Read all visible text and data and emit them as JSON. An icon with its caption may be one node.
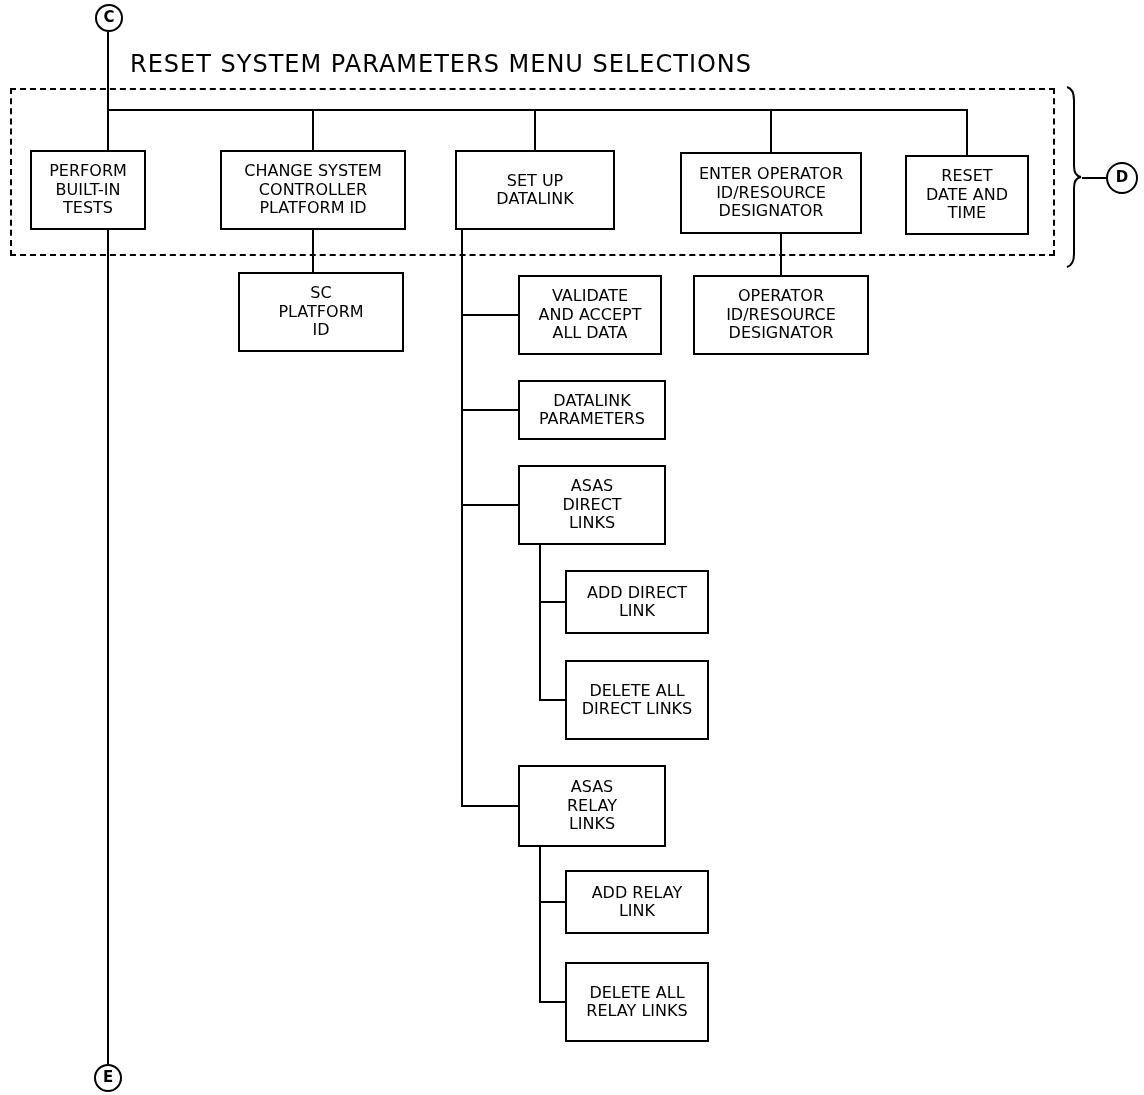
{
  "diagram": {
    "nodes": [
      {
        "text": [
          "C"
        ]
      },
      {
        "text": [
          "RESET SYSTEM PARAMETERS MENU SELECTIONS"
        ]
      },
      {
        "text": [
          "PERFORM BUILT-IN TESTS"
        ],
        "in": 1
      },
      {
        "text": [
          "CHANGE SYSTEM CONTROLLER PLATFORM ID"
        ],
        "in": 1
      },
      {
        "text": [
          "SET UP DATALINK"
        ],
        "in": 1
      },
      {
        "text": [
          "ENTER OPERATOR ID/RESOURCE DESIGNATOR"
        ],
        "in": 1
      },
      {
        "text": [
          "RESET DATE AND TIME"
        ],
        "in": 1
      },
      {
        "text": [
          "D"
        ]
      },
      {
        "text": [
          "SC PLATFORM ID"
        ]
      },
      {
        "text": [
          "VALIDATE AND ACCEPT ALL DATA"
        ]
      },
      {
        "text": [
          "OPERATOR ID/RESOURCE DESIGNATOR"
        ]
      },
      {
        "text": [
          "DATALINK PARAMETERS"
        ]
      },
      {
        "text": [
          "ASAS DIRECT LINKS"
        ]
      },
      {
        "text": [
          "ADD DIRECT LINK"
        ]
      },
      {
        "text": [
          "DELETE ALL DIRECT LINKS"
        ]
      },
      {
        "text": [
          "ASAS RELAY LINKS"
        ]
      },
      {
        "text": [
          "ADD RELAY LINK"
        ]
      },
      {
        "text": [
          "DELETE ALL RELAY LINKS"
        ]
      },
      {
        "text": [
          "E"
        ]
      }
    ],
    "edges": [
      {
        "from": 0,
        "to": 2,
        "arrow": "none"
      },
      {
        "from": 0,
        "to": 3,
        "arrow": "none"
      },
      {
        "from": 0,
        "to": 4,
        "arrow": "none"
      },
      {
        "from": 0,
        "to": 5,
        "arrow": "none"
      },
      {
        "from": 0,
        "to": 6,
        "arrow": "none"
      },
      {
        "from": 1,
        "to": 7,
        "arrow": "none"
      },
      {
        "from": 3,
        "to": 8,
        "arrow": "none"
      },
      {
        "from": 4,
        "to": 9,
        "arrow": "none"
      },
      {
        "from": 5,
        "to": 10,
        "arrow": "none"
      },
      {
        "from": 4,
        "to": 11,
        "arrow": "none"
      },
      {
        "from": 4,
        "to": 12,
        "arrow": "none"
      },
      {
        "from": 12,
        "to": 13,
        "arrow": "none"
      },
      {
        "from": 12,
        "to": 14,
        "arrow": "none"
      },
      {
        "from": 4,
        "to": 15,
        "arrow": "none"
      },
      {
        "from": 15,
        "to": 16,
        "arrow": "none"
      },
      {
        "from": 15,
        "to": 17,
        "arrow": "none"
      },
      {
        "from": 2,
        "to": 18,
        "arrow": "none"
      }
    ]
  }
}
